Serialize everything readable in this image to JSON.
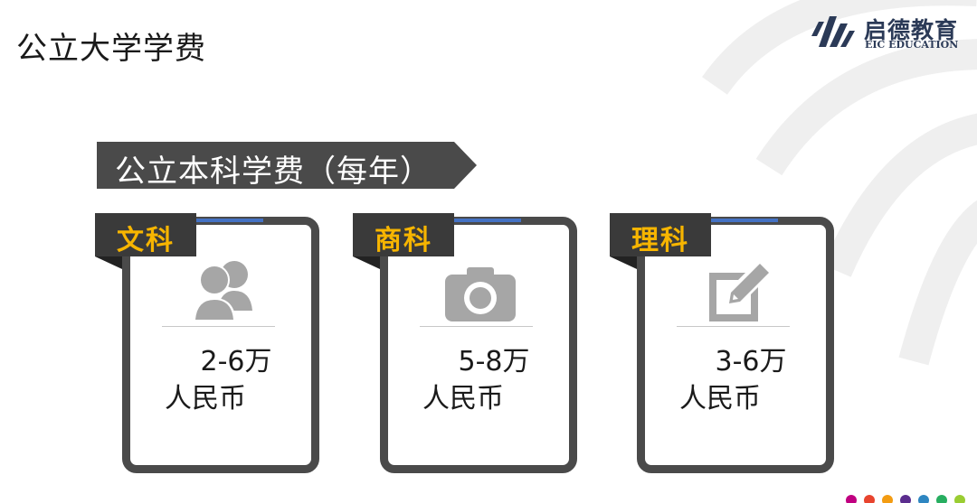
{
  "page": {
    "title": "公立大学学费"
  },
  "logo": {
    "name_cn": "启德教育",
    "name_en": "EIC EDUCATION",
    "icon": "eic-logo-mark",
    "color": "#2b3a57"
  },
  "banner": {
    "text": "公立本科学费（每年）"
  },
  "cards": [
    {
      "tag": "文科",
      "icon": "people-icon",
      "amount": "2-6万",
      "unit": "人民币"
    },
    {
      "tag": "商科",
      "icon": "camera-icon",
      "amount": "5-8万",
      "unit": "人民币"
    },
    {
      "tag": "理科",
      "icon": "edit-icon",
      "amount": "3-6万",
      "unit": "人民币"
    }
  ],
  "colors": {
    "tag_text": "#f7b500",
    "frame": "#4a4a4a",
    "accent_line": "#4472c4",
    "icon_gray": "#a6a6a6",
    "decor_gray": "#efefef",
    "dots": [
      "#c00080",
      "#e8442e",
      "#f39c12",
      "#5b2d8e",
      "#2e86c1",
      "#27ae60",
      "#9acd32"
    ]
  }
}
